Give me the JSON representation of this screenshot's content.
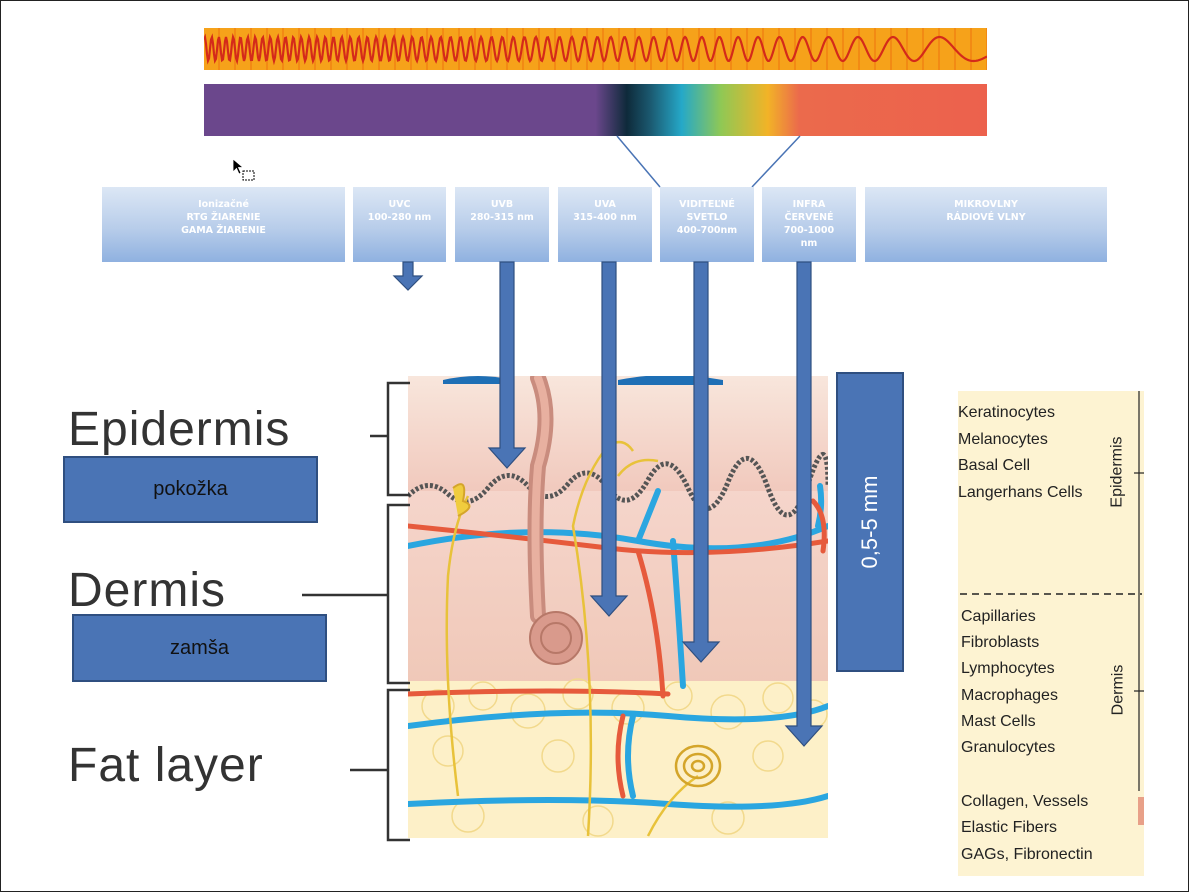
{
  "categories": [
    {
      "text": "Ionizačné\nRTG  ŽIARENIE\nGAMA  ŽIARENIE"
    },
    {
      "text": "UVC\n100-280 nm"
    },
    {
      "text": "UVB\n280-315 nm"
    },
    {
      "text": "UVA\n315-400 nm"
    },
    {
      "text": "VIDITEĽNÉ\nSVETLO\n400-700nm"
    },
    {
      "text": "INFRA\nČERVENÉ\n700-1000\nnm"
    },
    {
      "text": "MIKROVLNY\nRÁDIOVÉ VLNY"
    }
  ],
  "layers": {
    "epidermis": "Epidermis",
    "dermis": "Dermis",
    "fat": "Fat layer"
  },
  "labels": {
    "epidermis": "pokožka",
    "dermis": "zamša",
    "thickness": "0,5-5 mm"
  },
  "cells": {
    "epidermis_side": "Epidermis",
    "dermis_side": "Dermis",
    "epidermis_cells": [
      "Keratinocytes",
      "Melanocytes",
      "Basal Cell",
      "Langerhans Cells"
    ],
    "dermis_cells": [
      "Capillaries",
      "Fibroblasts",
      "Lymphocytes",
      "Macrophages",
      "Mast Cells",
      "Granulocytes"
    ],
    "matrix": [
      "Collagen, Vessels",
      "Elastic Fibers",
      "GAGs, Fibronectin"
    ]
  },
  "colors": {
    "arrow": "#4a74b5",
    "label_box": "#4a74b5",
    "vein": "#2aa6e0",
    "artery": "#e65a3c",
    "nerve": "#e8c23a"
  },
  "icons": {
    "cursor": "mouse-pointer-icon"
  }
}
